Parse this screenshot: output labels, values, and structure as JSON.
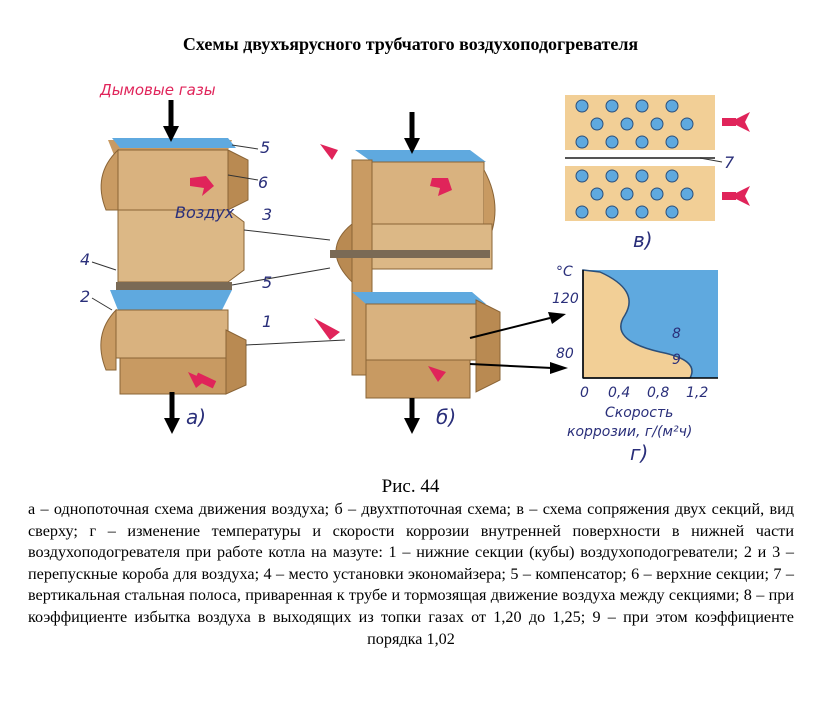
{
  "title": "Схемы двухъярусного трубчатого воздухоподогревателя",
  "figure": {
    "flue_gases_label": "Дымовые газы",
    "air_label": "Воздух",
    "numbers_a": [
      "5",
      "6",
      "3",
      "4",
      "2",
      "5",
      "1"
    ],
    "numbers_c": [
      "7"
    ],
    "panel_a": "а)",
    "panel_b": "б)",
    "panel_c": "в)",
    "panel_d": "г)",
    "chart_d": {
      "y_unit": "°C",
      "y_ticks": [
        "120",
        "80"
      ],
      "x_ticks": [
        "0",
        "0,4",
        "0,8",
        "1,2"
      ],
      "x_label_1": "Скорость",
      "x_label_2": "коррозии, г/(м²ч)",
      "curve_labels": [
        "8",
        "9"
      ]
    },
    "colors": {
      "wood": "#d9b27f",
      "wood_dark": "#b98a52",
      "blue": "#5fa9df",
      "red": "#e0245a",
      "panel_bg": "#f2cf96"
    }
  },
  "caption": {
    "label": "Рис. 44",
    "text": "а – однопоточная схема движения воздуха; б – двухтпоточная схема; в – схема сопряжения двух секций, вид сверху; г – изменение температуры и скорости коррозии внутренней поверхности в нижней части воздухоподогревателя при работе котла на мазуте: 1 – нижние секции (кубы) воздухоподогреватели; 2 и 3 – перепускные короба для воздуха; 4 – место установки экономайзера; 5 – компенсатор; 6 – верхние секции; 7 – вертикальная стальная полоса, приваренная к трубе и тормозящая движение воздуха между секциями; 8 – при коэффициенте избытка воздуха в выходящих из топки газах от 1,20 до 1,25; 9 – при этом коэффициенте порядка 1,02"
  }
}
